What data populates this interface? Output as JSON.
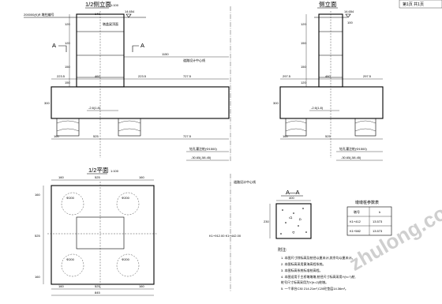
{
  "sheet": {
    "label": "第1页 共1页"
  },
  "elevation_half": {
    "title": "1/2侧立面",
    "scale": "1:100",
    "pier_label": "200000(K)R 墩柱编号",
    "pier_top_elev": "14.654",
    "cap_label": "墩盖梁顶面",
    "pier_width": "140",
    "pier_dims": [
      "120",
      "120",
      "150",
      "150",
      "120"
    ],
    "section_marker": "A",
    "span_1150": "1150",
    "centerline": "道路设计中心线",
    "left_offset": "223.5",
    "mid_width": "460",
    "right_offset": "223.5",
    "footing_right": "727.5",
    "footing_height": "300",
    "footing_bottom_elev": "-2.6(1.8)",
    "pile_spacing": "525",
    "pile_edge": "160",
    "pile_label": "钻孔灌注桩(Φ1500)",
    "pile_tip_elev": "-30.65(-58.45)"
  },
  "side_elevation": {
    "title": "侧立面",
    "pier_top_elev": "14.654",
    "cap_height": "100",
    "pier_dims": [
      "120",
      "150",
      "150",
      "120"
    ],
    "left_offset": "297.5",
    "mid_width": "460",
    "right_offset": "297.5",
    "footing_height": "300",
    "footing_bottom_elev": "-2.6(1.8)",
    "pile_spacing": "525",
    "pile_edge": "160",
    "pile_label": "钻孔灌注桩(Φ1500)",
    "pile_tip_elev": "-30.65(-58.45)"
  },
  "plan_half": {
    "title": "1/2平面",
    "scale": "1:100",
    "top_dims": [
      "160",
      "525",
      "160"
    ],
    "pile_dia_label": "Φ200",
    "side_dims": [
      "160",
      "525",
      "160"
    ],
    "total_width": "845",
    "centerline": "道路设计中心线",
    "station": "K1+912.00 K1+442.00",
    "bottom_dims": [
      "160",
      "525",
      "160"
    ]
  },
  "section_aa": {
    "title": "A—A",
    "width": "400",
    "height": "230"
  },
  "param_table": {
    "title": "墩墩桩参数表",
    "headers": [
      "墩号",
      "h"
    ],
    "rows": [
      [
        "K1+412",
        "13.573"
      ],
      [
        "K1+582",
        "13.573"
      ]
    ]
  },
  "notes": {
    "title": "附注:",
    "items": [
      "1. 本图尺寸除标高及桩径以厘米计,其余均以厘米计。",
      "2. 本图标高采用黄海高程系统。",
      "3. 本图标高系统标准桩高程。",
      "4. 本图适用于主桥墩墩墩,桩径尺寸标高采用Y(h=?)桩,",
      "   桩号尺寸标高采用为Y(h=2)桩墩。",
      "5. 一个承台C30 214.21m³,C20砼垫层14.36m³。"
    ]
  },
  "watermark": "zhulong.com"
}
